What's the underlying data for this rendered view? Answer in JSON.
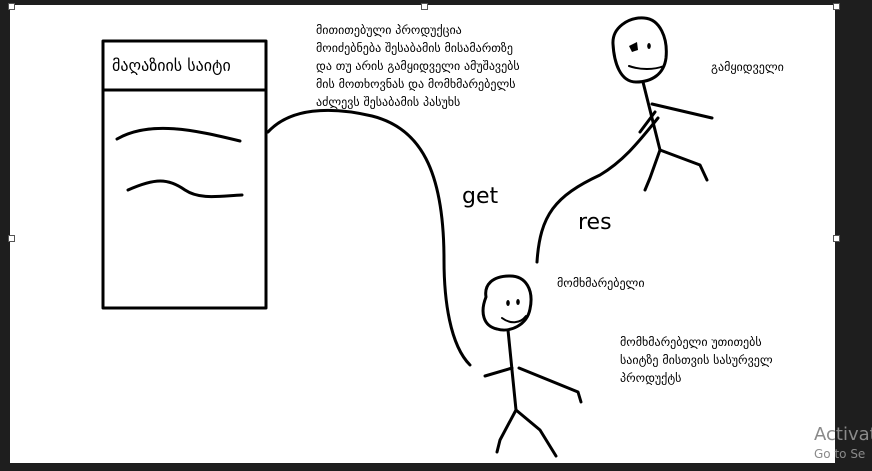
{
  "diagram": {
    "shop_title": "მაღაზიის საიტი",
    "product_note": "მითითებული პროდუქცია\nმოიძებნება შესაბამის მისამართზე\nდა თუ არის გამყიდველი ამუშავებს\nმის მოთხოვნას და მომხმარებელს\nაძლევს შესაბამის პასუხს",
    "buyer_label": "გამყიდველი",
    "user_label": "მომხმარებელი",
    "user_note": "მომხმარებელი უთითებს\nსაიტზე მისთვის სასურველ\nპროდუქტს",
    "get_label": "get",
    "res_label": "res"
  },
  "watermark": {
    "line1": "Activat",
    "line2": "Go to Se"
  },
  "colors": {
    "background": "#1e1e1e",
    "canvas": "#ffffff",
    "ink": "#000000"
  }
}
